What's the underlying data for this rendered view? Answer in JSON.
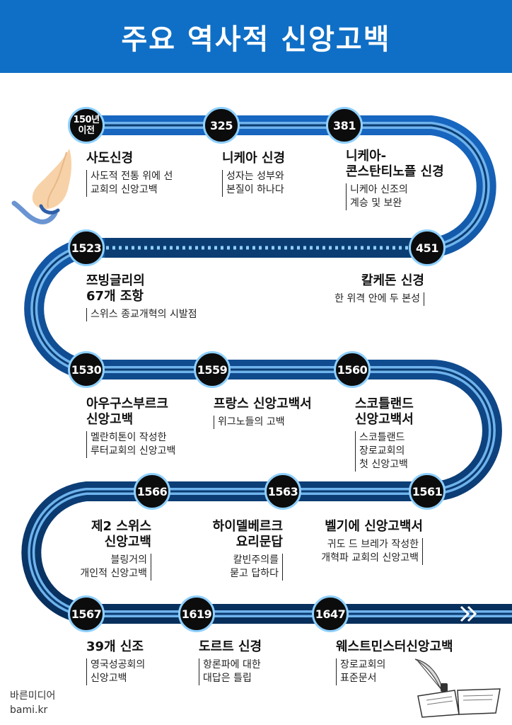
{
  "header": {
    "title": "주요 역사적 신앙고백"
  },
  "nodes": [
    {
      "label": "150년\n이전",
      "title": "사도신경",
      "desc": "사도적 전통 위에 선\n교회의 신앙고백"
    },
    {
      "label": "325",
      "title": "니케아 신경",
      "desc": "성자는 성부와\n본질이 하나다"
    },
    {
      "label": "381",
      "title": "니케아-\n콘스탄티노플 신경",
      "desc": "니케아 신조의\n계승 및 보완"
    },
    {
      "label": "451",
      "title": "칼케돈 신경",
      "desc": "한 위격 안에 두 본성"
    },
    {
      "label": "1523",
      "title": "쯔빙글리의\n67개 조항",
      "desc": "스위스 종교개혁의 시발점"
    },
    {
      "label": "1530",
      "title": "아우구스부르크\n신앙고백",
      "desc": "멜란히톤이 작성한\n루터교회의 신앙고백"
    },
    {
      "label": "1559",
      "title": "프랑스 신앙고백서",
      "desc": "위그노들의 고백"
    },
    {
      "label": "1560",
      "title": "스코틀랜드\n신앙고백서",
      "desc": "스코틀랜드\n장로교회의\n첫 신앙고백"
    },
    {
      "label": "1561",
      "title": "벨기에 신앙고백서",
      "desc": "귀도 드 브레가 작성한\n개혁파 교회의 신앙고백"
    },
    {
      "label": "1563",
      "title": "하이델베르크\n요리문답",
      "desc": "칼빈주의를\n묻고 답하다"
    },
    {
      "label": "1566",
      "title": "제2 스위스\n신앙고백",
      "desc": "블링거의\n개인적 신앙고백"
    },
    {
      "label": "1567",
      "title": "39개 신조",
      "desc": "영국성공회의\n신앙고백"
    },
    {
      "label": "1619",
      "title": "도르트 신경",
      "desc": "항론파에 대한\n대답은 틀립"
    },
    {
      "label": "1647",
      "title": "웨스트민스터신앙고백",
      "desc": "장로교회의\n표준문서"
    }
  ],
  "footer": {
    "brand_name": "바른미디어",
    "brand_url": "bami.kr"
  },
  "colors": {
    "header": "#0f6fc6",
    "road_outer": "#0b3d73",
    "road_inner": "#6fb3ec",
    "node_ring": "#8fd0ff"
  }
}
